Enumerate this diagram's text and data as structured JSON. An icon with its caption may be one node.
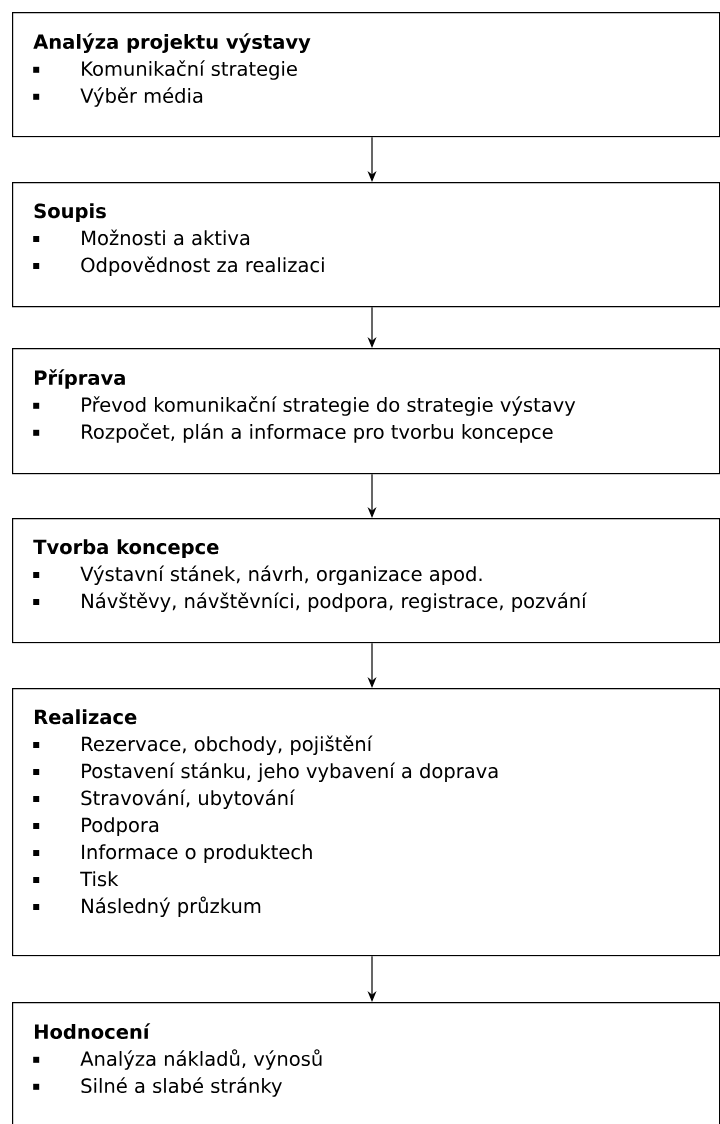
{
  "diagram": {
    "nodes": [
      {
        "text": [
          "Analýza projektu výstavy",
          "Komunikační strategie",
          "Výběr média"
        ]
      },
      {
        "text": [
          "Soupis",
          "Možnosti a aktiva",
          "Odpovědnost za realizaci"
        ]
      },
      {
        "text": [
          "Příprava",
          "Převod komunikační strategie do strategie výstavy",
          "Rozpočet, plán a informace pro tvorbu koncepce"
        ]
      },
      {
        "text": [
          "Tvorba koncepce",
          "Výstavní stánek, návrh, organizace apod.",
          "Návštěvy, návštěvníci, podpora, registrace, pozvání"
        ]
      },
      {
        "text": [
          "Realizace",
          "Rezervace, obchody, pojištění",
          "Postavení stánku, jeho vybavení a doprava",
          "Stravování, ubytování",
          "Podpora",
          "Informace o produktech",
          "Tisk",
          "Následný průzkum"
        ]
      },
      {
        "text": [
          "Hodnocení",
          "Analýza nákladů, výnosů",
          "Silné a slabé stránky"
        ]
      }
    ],
    "edges": [
      {
        "from": 0,
        "to": 1,
        "arrow": "to"
      },
      {
        "from": 1,
        "to": 2,
        "arrow": "to"
      },
      {
        "from": 2,
        "to": 3,
        "arrow": "to"
      },
      {
        "from": 3,
        "to": 4,
        "arrow": "to"
      },
      {
        "from": 4,
        "to": 5,
        "arrow": "to"
      }
    ]
  }
}
